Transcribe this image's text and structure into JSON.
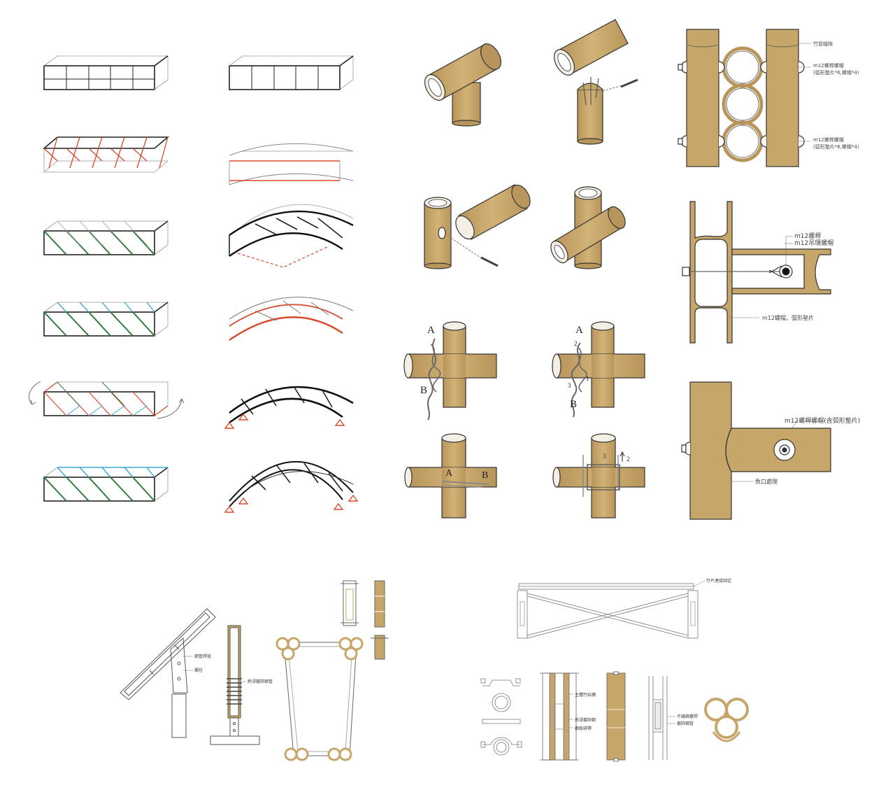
{
  "colors": {
    "tube": "#c7a66a",
    "tube_stroke": "#3a3a3a",
    "red": "#d9482b",
    "green": "#2f7a3a",
    "cyan": "#3aa6d4",
    "line": "#222222"
  },
  "labels": {
    "cap_top": "竹管縫隙",
    "bolt_a1": "m12螺桿螺帽",
    "bolt_a2": "(弧形墊片*6,螺帽*4)",
    "bolt_b1": "m12螺桿螺帽",
    "bolt_b2": "(弧形墊片*6,螺帽*4)",
    "h_rod": "m12螺桿",
    "h_nut": "m12吊環螺帽",
    "h_bottom": "m12螺帽，弧形墊片",
    "t_bolt": "m12螺桿螺帽(含弧形墊片)",
    "t_cut": "魚口處理",
    "l_note1": "鋼管焊接",
    "l_note2": "螺栓",
    "l_note3": "熱浸鍍鋅鋼管",
    "r_top": "竹片連接固定",
    "r_note1": "主體竹結構",
    "r_note2": "熱浸鍍鋅鋼",
    "r_note3": "鋼板綁帶",
    "r_note4": "不鏽鋼螺桿",
    "r_note5": "鍍鋅鋼管"
  },
  "lash_letters": {
    "a": "A",
    "b": "B",
    "n1": "1",
    "n2": "2",
    "n3": "3"
  }
}
